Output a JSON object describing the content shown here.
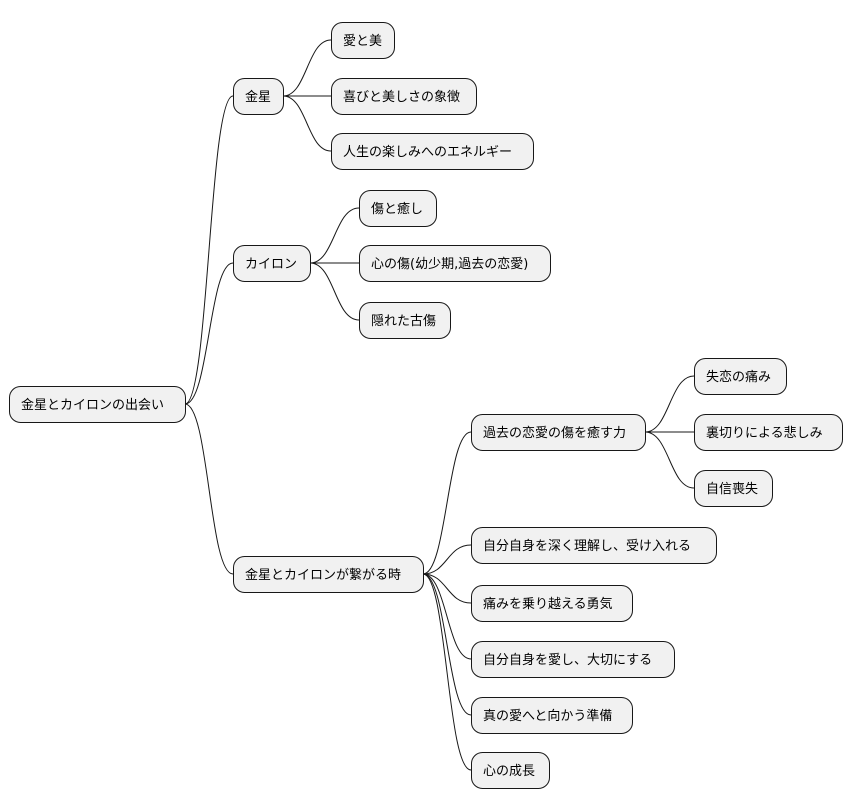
{
  "diagram": {
    "type": "mindmap",
    "root": {
      "label": "金星とカイロンの出会い",
      "children": [
        {
          "label": "金星",
          "children": [
            {
              "label": "愛と美"
            },
            {
              "label": "喜びと美しさの象徴"
            },
            {
              "label": "人生の楽しみへのエネルギー"
            }
          ]
        },
        {
          "label": "カイロン",
          "children": [
            {
              "label": "傷と癒し"
            },
            {
              "label": "心の傷(幼少期,過去の恋愛)"
            },
            {
              "label": "隠れた古傷"
            }
          ]
        },
        {
          "label": "金星とカイロンが繋がる時",
          "children": [
            {
              "label": "過去の恋愛の傷を癒す力",
              "children": [
                {
                  "label": "失恋の痛み"
                },
                {
                  "label": "裏切りによる悲しみ"
                },
                {
                  "label": "自信喪失"
                }
              ]
            },
            {
              "label": "自分自身を深く理解し、受け入れる"
            },
            {
              "label": "痛みを乗り越える勇気"
            },
            {
              "label": "自分自身を愛し、大切にする"
            },
            {
              "label": "真の愛へと向かう準備"
            },
            {
              "label": "心の成長"
            }
          ]
        }
      ]
    }
  }
}
